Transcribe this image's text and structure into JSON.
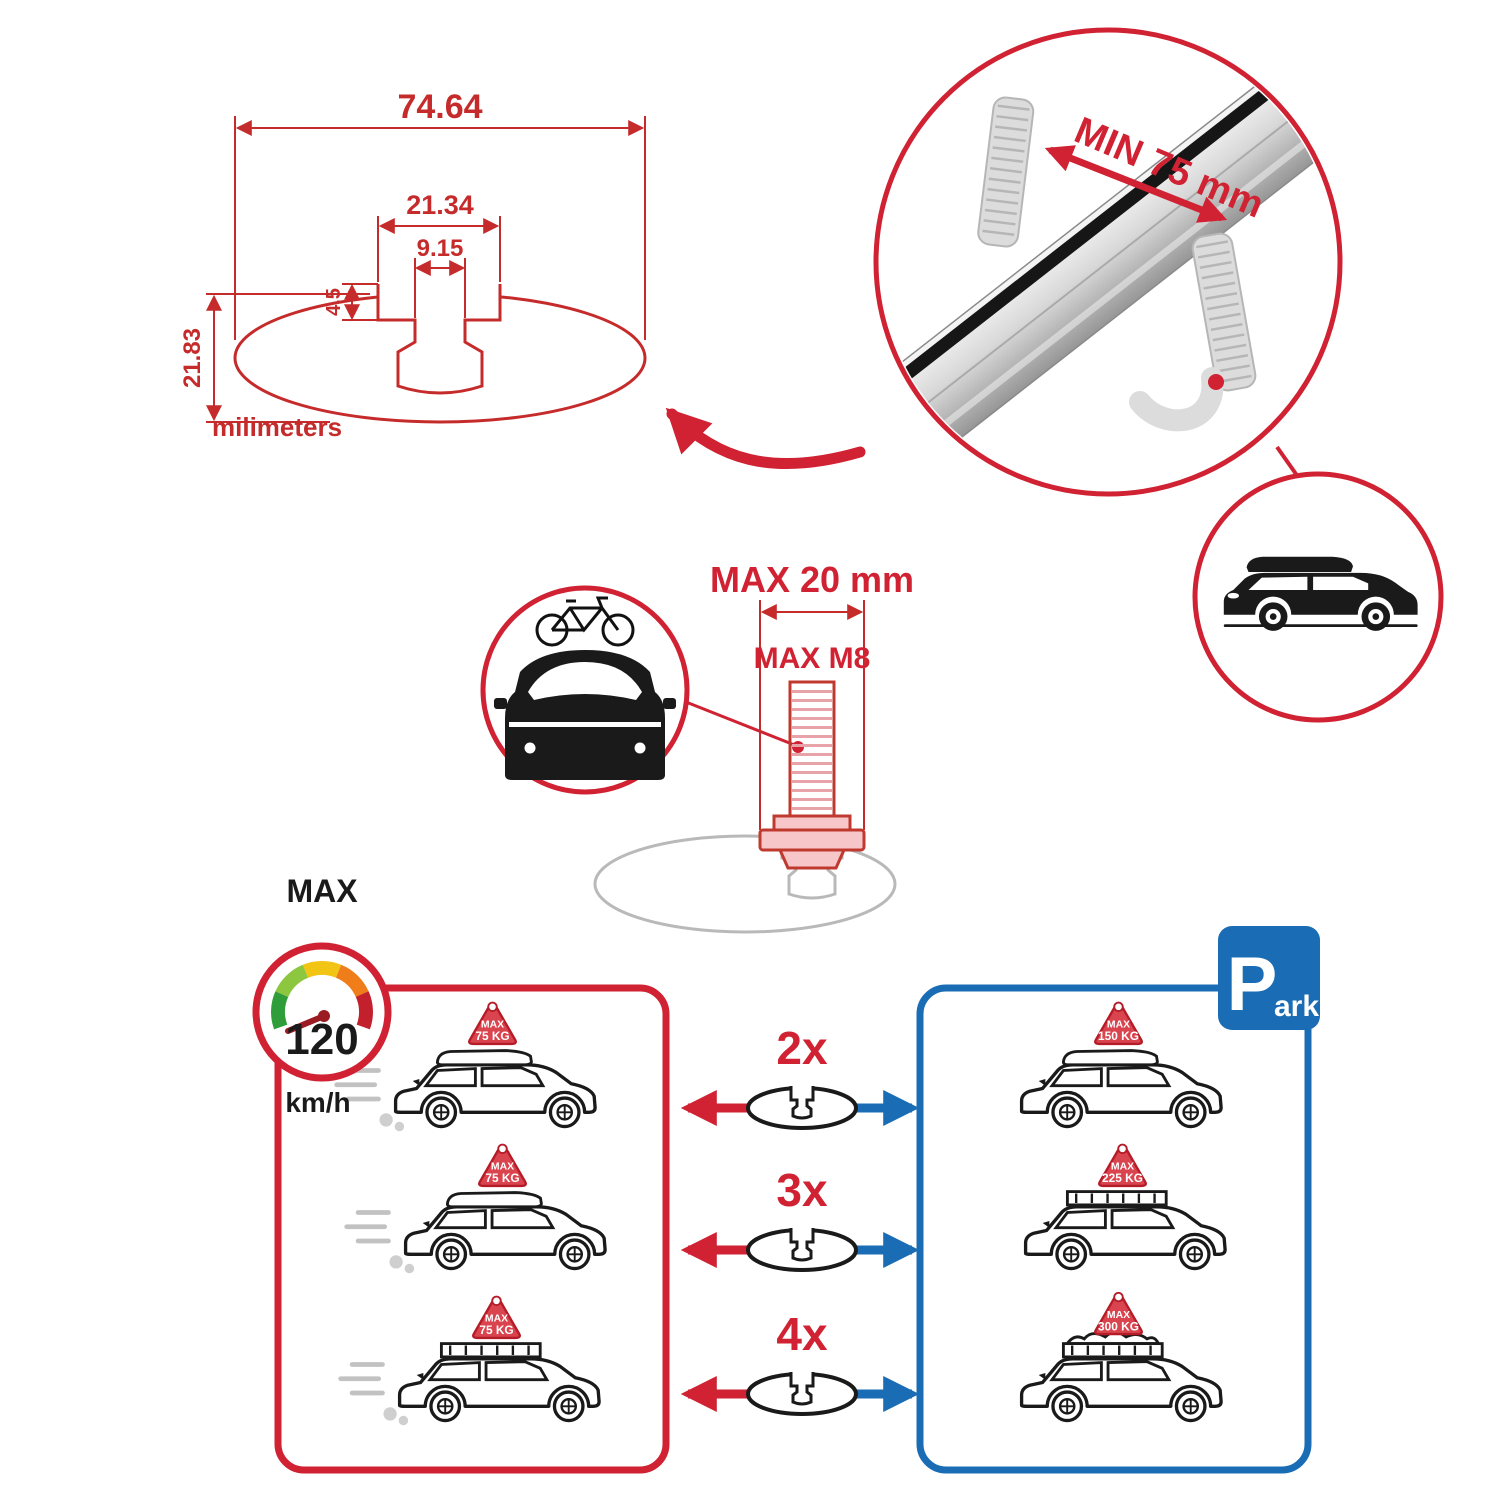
{
  "colors": {
    "accent_red": "#d02232",
    "accent_blue": "#1a6db5",
    "drawing_red": "#c62b2b",
    "black": "#1a1a1a",
    "gray": "#b9b9b9",
    "silver": "#d9d9d9"
  },
  "technical_drawing": {
    "dim_overall_width": "74.64",
    "dim_slot_outer_width": "21.34",
    "dim_slot_inner_width": "9.15",
    "dim_lip_depth": "4.5",
    "dim_overall_height": "21.83",
    "units_label": "milimeters"
  },
  "crossbar_detail": {
    "min_span_label": "MIN 75 mm"
  },
  "bolt_detail": {
    "max_width_label": "MAX 20 mm",
    "max_thread_label": "MAX M8"
  },
  "speed_gauge": {
    "title": "MAX",
    "value": "120",
    "units": "km/h"
  },
  "driving_section": {
    "cars": [
      {
        "tag_title": "MAX",
        "tag_value": "75 KG"
      },
      {
        "tag_title": "MAX",
        "tag_value": "75 KG"
      },
      {
        "tag_title": "MAX",
        "tag_value": "75 KG"
      }
    ]
  },
  "parking_section": {
    "sign_p": "P",
    "sign_ark": "ark",
    "cars": [
      {
        "tag_title": "MAX",
        "tag_value": "150 KG"
      },
      {
        "tag_title": "MAX",
        "tag_value": "225 KG"
      },
      {
        "tag_title": "MAX",
        "tag_value": "300 KG"
      }
    ]
  },
  "multipliers": [
    {
      "label": "2x"
    },
    {
      "label": "3x"
    },
    {
      "label": "4x"
    }
  ]
}
